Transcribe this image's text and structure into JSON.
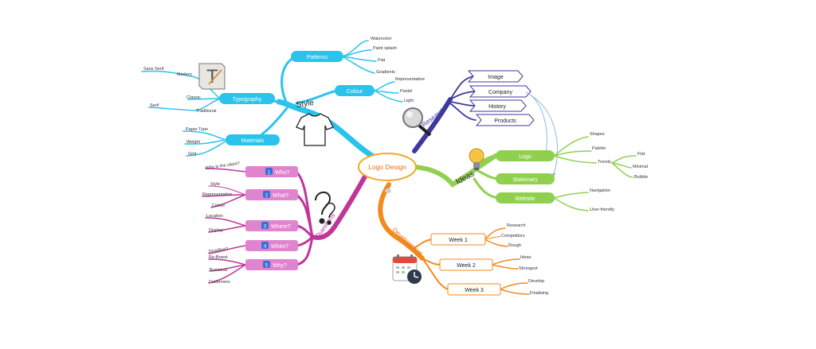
{
  "center": {
    "label": "Logo Design"
  },
  "style": {
    "label": "Style",
    "patterns": {
      "label": "Patterns",
      "items": [
        "Watercolor",
        "Paint splash",
        "Flat",
        "Gradients"
      ]
    },
    "colour": {
      "label": "Colour",
      "items": [
        "Representative",
        "Pastel",
        "Light"
      ]
    },
    "typography": {
      "label": "Typography",
      "modern": "Modern",
      "sans_serif": "Sans Serif",
      "classic": "Classic",
      "traditional": "Traditional",
      "serif": "Serif"
    },
    "materials": {
      "label": "Materials",
      "items": [
        "Paper Type",
        "Weight",
        "Grid"
      ]
    }
  },
  "research": {
    "label": "Research",
    "items": [
      "Image",
      "Company",
      "History",
      "Products"
    ]
  },
  "ideas": {
    "label": "Ideas",
    "logo": {
      "label": "Logo",
      "shapes": "Shapes",
      "palette": "Palette",
      "trends": "Trends",
      "trend_items": [
        "Flat",
        "Minimal",
        "Bubble"
      ]
    },
    "stationary": {
      "label": "Stationary"
    },
    "website": {
      "label": "Website",
      "items": [
        "Navigation",
        "User-friendly"
      ]
    }
  },
  "questions": {
    "label": "Questions",
    "groups": [
      {
        "num": "1",
        "label": "Who?",
        "items": [
          "Who is the client?"
        ]
      },
      {
        "num": "2",
        "label": "What?",
        "items": [
          "Style",
          "Representation",
          "Colour"
        ]
      },
      {
        "num": "3",
        "label": "Where?",
        "items": [
          "Location",
          "Display"
        ]
      },
      {
        "num": "4",
        "label": "When?",
        "items": [
          "Deadline?"
        ]
      },
      {
        "num": "5",
        "label": "Why?",
        "items": [
          "Re-Brand",
          "Business",
          "Customers"
        ]
      }
    ]
  },
  "development": {
    "label": "Development",
    "weeks": [
      {
        "label": "Week 1",
        "items": [
          "Research",
          "Competitors",
          "Rough"
        ]
      },
      {
        "label": "Week 2",
        "items": [
          "Ideas",
          "Strongest"
        ]
      },
      {
        "label": "Week 3",
        "items": [
          "Develop",
          "Finalising"
        ]
      }
    ]
  },
  "colors": {
    "style": "#29c3ec",
    "research": "#3d3a9c",
    "ideas": "#8fd14f",
    "questions": "#c0359a",
    "development": "#f28a1e",
    "center_border": "#f5a623",
    "center_text": "#e8700e"
  },
  "icons": [
    "typography-icon",
    "tshirt-icon",
    "magnifier-icon",
    "lightbulb-icon",
    "question-mark-icon",
    "calendar-clock-icon"
  ]
}
